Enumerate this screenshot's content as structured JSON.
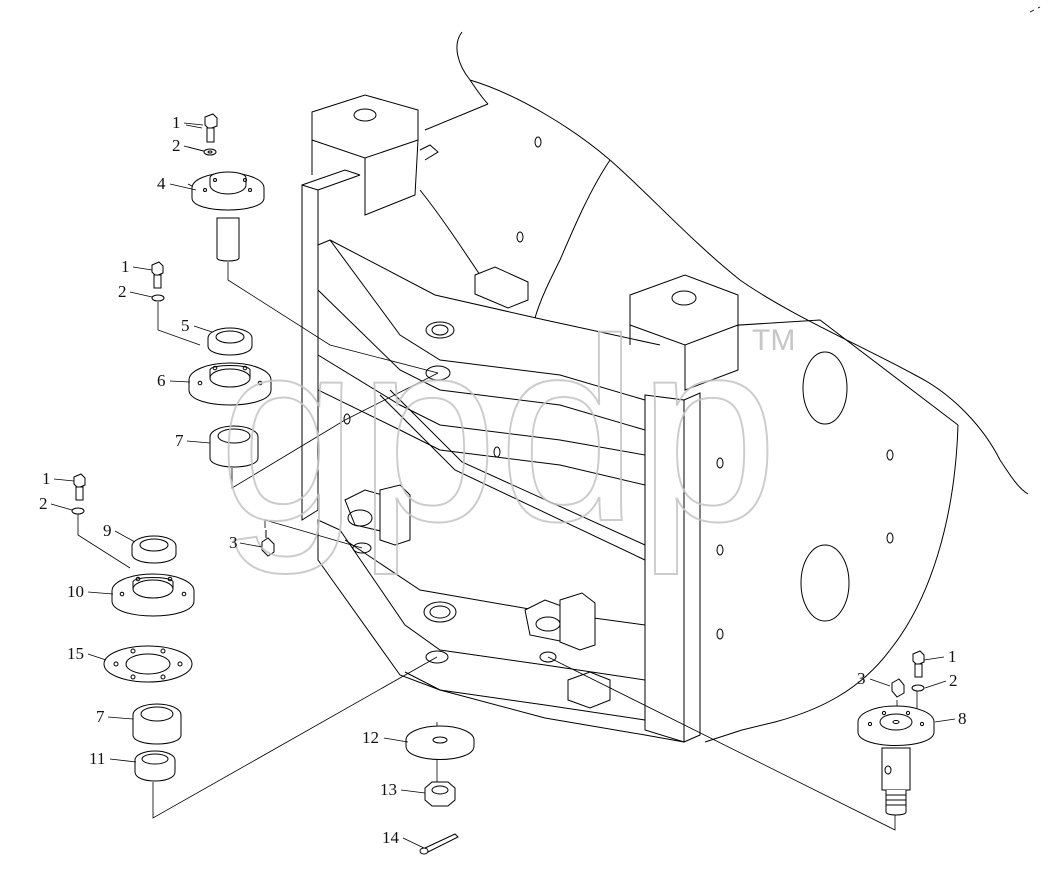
{
  "watermark": {
    "text": "gpdp",
    "trademark": "TM"
  },
  "labels": {
    "l1a": "1",
    "l2a": "2",
    "l4": "4",
    "l1b": "1",
    "l2b": "2",
    "l5": "5",
    "l6": "6",
    "l7a": "7",
    "l1c": "1",
    "l2c": "2",
    "l9": "9",
    "l10": "10",
    "l15": "15",
    "l7b": "7",
    "l11": "11",
    "l3a": "3",
    "l12": "12",
    "l13": "13",
    "l14": "14",
    "l1d": "1",
    "l3b": "3",
    "l2d": "2",
    "l8": "8"
  }
}
